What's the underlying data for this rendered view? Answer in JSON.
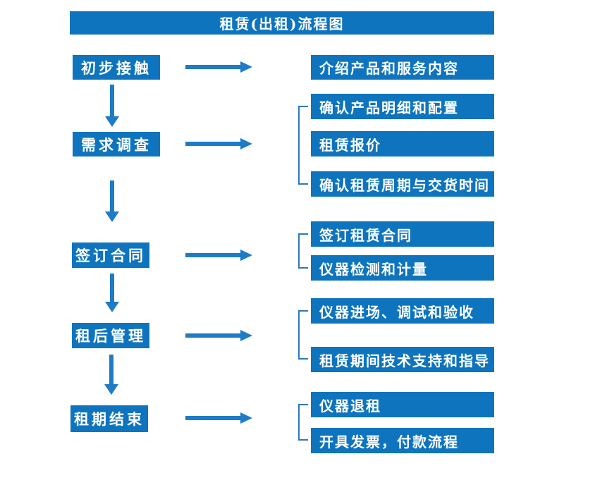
{
  "title": "租赁(出租)流程图",
  "colors": {
    "box_fill": "#0E74BD",
    "arrow_fill": "#1E7BC6",
    "bracket_line": "#2E79BC",
    "text": "#FFFFFF",
    "background": "#FFFFFF"
  },
  "steps": [
    {
      "label": "初步接触",
      "outputs": [
        "介绍产品和服务内容"
      ]
    },
    {
      "label": "需求调查",
      "outputs": [
        "确认产品明细和配置",
        "租赁报价",
        "确认租赁周期与交货时间"
      ]
    },
    {
      "label": "签订合同",
      "outputs": [
        "签订租赁合同",
        "仪器检测和计量"
      ]
    },
    {
      "label": "租后管理",
      "outputs": [
        "仪器进场、调试和验收",
        "租赁期间技术支持和指导"
      ]
    },
    {
      "label": "租期结束",
      "outputs": [
        "仪器退租",
        "开具发票，付款流程"
      ]
    }
  ]
}
